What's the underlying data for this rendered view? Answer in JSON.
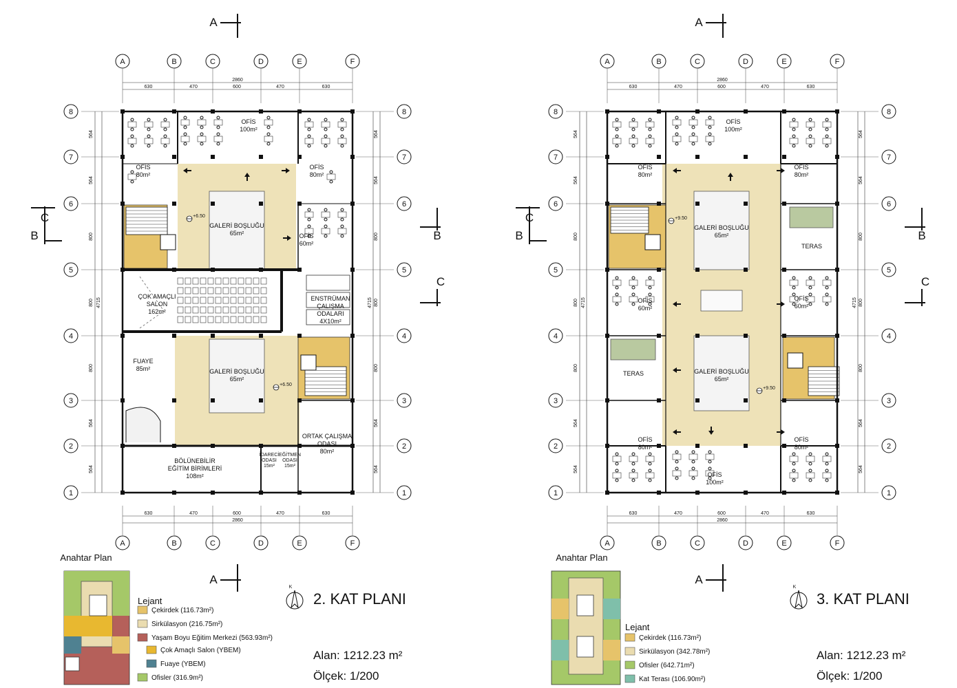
{
  "section_marks": {
    "A": "A",
    "B": "B",
    "C": "C"
  },
  "grid": {
    "columns": [
      "A",
      "B",
      "C",
      "D",
      "E",
      "F"
    ],
    "rows": [
      "8",
      "7",
      "6",
      "5",
      "4",
      "3",
      "2",
      "1"
    ],
    "col_dims": [
      "630",
      "470",
      "600",
      "470",
      "630"
    ],
    "total_width": "2860",
    "row_dims": [
      "564",
      "564",
      "800",
      "800",
      "800",
      "564",
      "564"
    ],
    "total_height": "4715"
  },
  "plan2": {
    "title": "2. KAT PLANI",
    "north": "K",
    "area": "Alan: 1212.23 m²",
    "scale": "Ölçek: 1/200",
    "key_plan_label": "Anahtar Plan",
    "legend_title": "Lejant",
    "legend": [
      {
        "label": "Çekirdek (116.73m²)",
        "color": "#e6c36a"
      },
      {
        "label": "Sirkülasyon (216.75m²)",
        "color": "#eadcb0"
      },
      {
        "label": "Yaşam Boyu Eğitim Merkezi (563.93m²)",
        "color": "#b5605a"
      },
      {
        "label": "Çok Amaçlı Salon (YBEM)",
        "color": "#e8b830"
      },
      {
        "label": "Fuaye (YBEM)",
        "color": "#4f8191"
      },
      {
        "label": "Ofisler (316.9m²)",
        "color": "#a5c868"
      }
    ],
    "rooms": {
      "ofis_top": "OFİS\n100m²",
      "ofis_left": "OFİS\n80m²",
      "ofis_right": "OFİS\n80m²",
      "galeri_top": "GALERİ BOŞLUĞU\n65m²",
      "ofis_60": "OFİS\n60m²",
      "cok_amacli": "ÇOK AMAÇLI\nSALON\n162m²",
      "enstruman": "ENSTRÜMAN\nÇALIŞMA\nODALARI\n4X10m²",
      "fuaye": "FUAYE\n85m²",
      "galeri_bottom": "GALERİ BOŞLUĞU\n65m²",
      "ortak": "ORTAK ÇALIŞMA\nODASI\n80m²",
      "bolunebilir": "BÖLÜNEBİLİR\nEĞİTİM BİRİMLERİ\n108m²",
      "idareci": "İDARECİ\nODASI\n15m²",
      "egitmen": "EĞİTMEN\nODASI\n15m²",
      "level_1": "+6.50",
      "level_2": "+6.50"
    }
  },
  "plan3": {
    "title": "3. KAT PLANI",
    "north": "K",
    "area": "Alan: 1212.23 m²",
    "scale": "Ölçek: 1/200",
    "key_plan_label": "Anahtar Plan",
    "legend_title": "Lejant",
    "legend": [
      {
        "label": "Çekirdek (116.73m²)",
        "color": "#e6c36a"
      },
      {
        "label": "Sirkülasyon (342.78m²)",
        "color": "#eadcb0"
      },
      {
        "label": "Ofisler (642.71m²)",
        "color": "#a5c868"
      },
      {
        "label": "Kat Terası (106.90m²)",
        "color": "#7fbfaa"
      }
    ],
    "rooms": {
      "ofis_top": "OFİS\n100m²",
      "ofis_tl": "OFİS\n80m²",
      "ofis_tr": "OFİS\n80m²",
      "galeri_top": "GALERİ BOŞLUĞU\n65m²",
      "teras_right": "TERAS",
      "ofis_ml": "OFİS\n60m²",
      "ofis_mr": "OFİS\n60m²",
      "teras_left": "TERAS",
      "galeri_bottom": "GALERİ BOŞLUĞU\n65m²",
      "ofis_bl": "OFİS\n80m²",
      "ofis_br": "OFİS\n80m²",
      "ofis_bottom": "OFİS\n100m²",
      "level_1": "+9.50",
      "level_2": "+9.50"
    }
  }
}
